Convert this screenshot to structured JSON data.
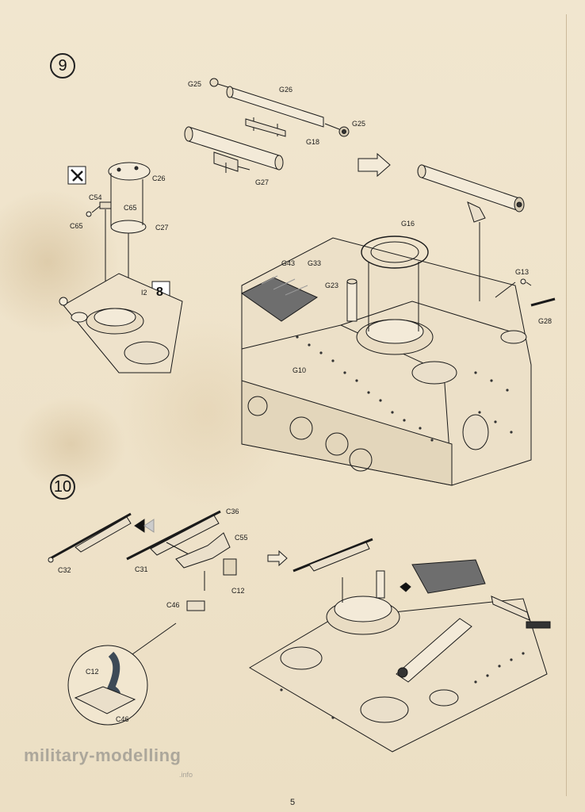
{
  "steps": [
    {
      "number": "9",
      "labels": {
        "g25_left": "G25",
        "g26": "G26",
        "g25_right": "G25",
        "g18": "G18",
        "g27": "G27",
        "c26": "C26",
        "c54": "C54",
        "c65_a": "C65",
        "c65_b": "C65",
        "c27": "C27",
        "i2": "I2",
        "ref8": "8",
        "g16": "G16",
        "g43": "G43",
        "g33": "G33",
        "g23": "G23",
        "g10": "G10",
        "g13": "G13",
        "g28": "G28"
      }
    },
    {
      "number": "10",
      "labels": {
        "c36": "C36",
        "c55": "C55",
        "c12": "C12",
        "c46": "C46",
        "c32": "C32",
        "c31": "C31",
        "detail_c12": "C12",
        "detail_c46": "C46"
      }
    }
  ],
  "watermark": {
    "main": "military-modelling",
    "sub": ".info"
  },
  "page_number": "5",
  "colors": {
    "paper": "#efe3cc",
    "ink": "#1a1a1a",
    "steel": "#6f6f6f",
    "grey_part": "#5d6e7c"
  }
}
